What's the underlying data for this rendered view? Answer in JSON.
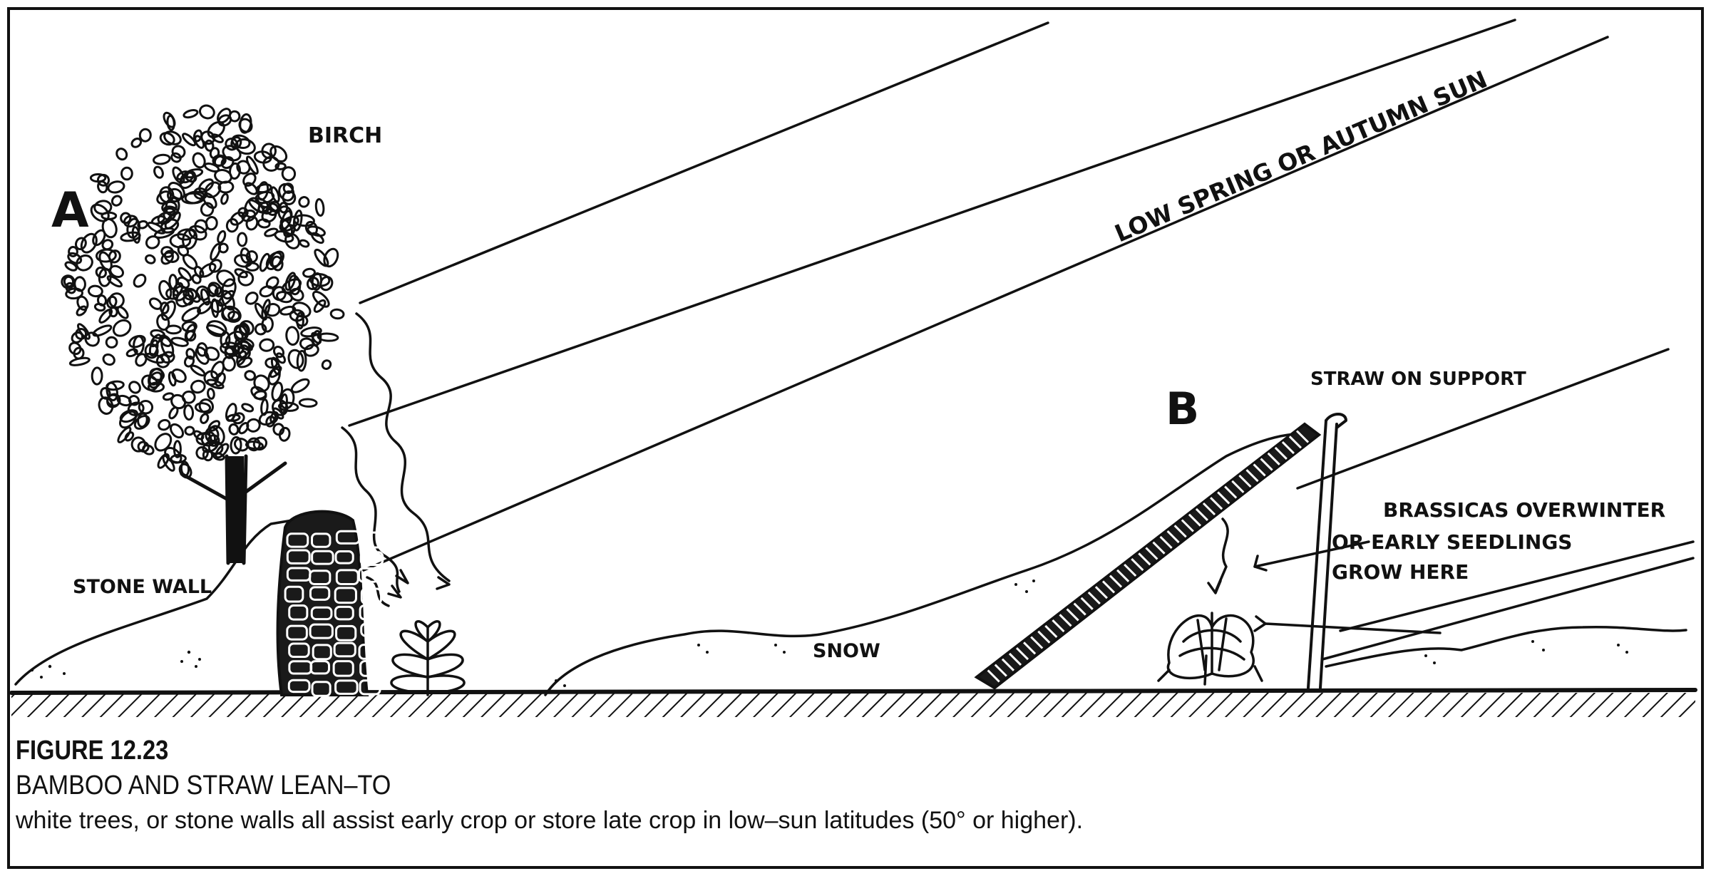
{
  "labels": {
    "panel_a": "A",
    "panel_b": "B",
    "birch": "BIRCH",
    "stone_wall": "STONE WALL",
    "sun": "LOW SPRING OR AUTUMN  SUN",
    "snow": "SNOW",
    "straw": "STRAW ON SUPPORT",
    "brassicas_1": "BRASSICAS OVERWINTER",
    "brassicas_2": "OR EARLY  SEEDLINGS",
    "brassicas_3": "GROW HERE"
  },
  "caption": {
    "number": "FIGURE 12.23",
    "title": "BAMBOO AND STRAW LEAN–TO",
    "description": "white trees, or stone walls all assist early crop or store late crop in  low–sun latitudes (50° or higher)."
  }
}
